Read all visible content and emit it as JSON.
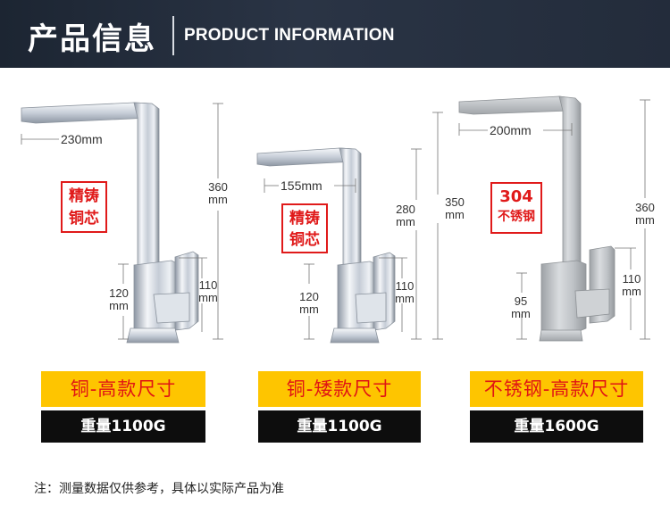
{
  "header": {
    "title": "产品信息",
    "subtitle": "PRODUCT INFORMATION"
  },
  "products": [
    {
      "spout_length": "230mm",
      "height_value": "360",
      "height_unit": "mm",
      "body_value": "110",
      "body_unit": "mm",
      "base_value": "120",
      "base_unit": "mm",
      "badge_lines": [
        "精铸",
        "铜芯"
      ],
      "category": "铜-高款尺寸",
      "weight": "重量1100G"
    },
    {
      "spout_length": "155mm",
      "height_value": "280",
      "height_unit": "mm",
      "body_value": "110",
      "body_unit": "mm",
      "base_value": "120",
      "base_unit": "mm",
      "badge_lines": [
        "精铸",
        "铜芯"
      ],
      "category": "铜-矮款尺寸",
      "weight": "重量1100G"
    },
    {
      "spout_length": "200mm",
      "height_value": "360",
      "height_unit": "mm",
      "total_value": "350",
      "total_unit": "mm",
      "body_value": "110",
      "body_unit": "mm",
      "base_value": "95",
      "base_unit": "mm",
      "badge_lines": [
        "304",
        "不锈钢"
      ],
      "category": "不锈钢-高款尺寸",
      "weight": "重量1600G"
    }
  ],
  "note": "注：测量数据仅供参考，具体以实际产品为准",
  "colors": {
    "banner": "#232c3b",
    "accent_yellow": "#fec500",
    "accent_red": "#e01a1a",
    "weight_bg": "#0d0d0d",
    "chrome": "#c9ced6",
    "stainless": "#b8bcc0"
  }
}
